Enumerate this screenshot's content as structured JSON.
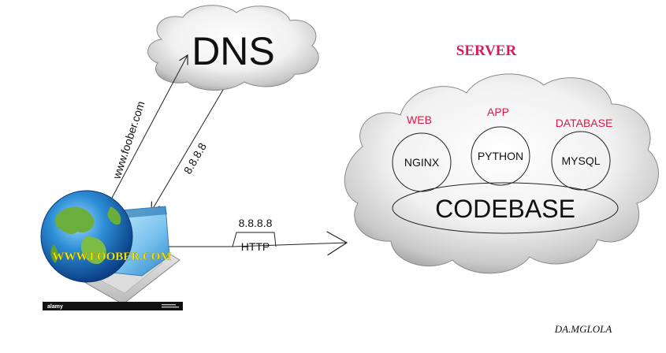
{
  "dns": {
    "label": "DNS"
  },
  "server": {
    "title": "SERVER",
    "sections": [
      {
        "category": "WEB",
        "component": "NGINX"
      },
      {
        "category": "APP",
        "component": "PYTHON"
      },
      {
        "category": "DATABASE",
        "component": "MYSQL"
      }
    ],
    "codebase": "CODEBASE"
  },
  "client": {
    "url_overlay": "WWW.FOOBER.COM",
    "stock_brand": "alamy"
  },
  "arrows": {
    "request_domain": "www.foober.com",
    "dns_response": "8.8.8.8",
    "http_ip": "8.8.8.8",
    "http_protocol": "HTTP"
  },
  "signature": "DA.MGLOLA",
  "colors": {
    "category_red": "#e0164a",
    "server_title": "#d81b60",
    "url_yellow": "#f2e600",
    "cloud_edge": "#8a8a8a",
    "line": "#222222"
  }
}
